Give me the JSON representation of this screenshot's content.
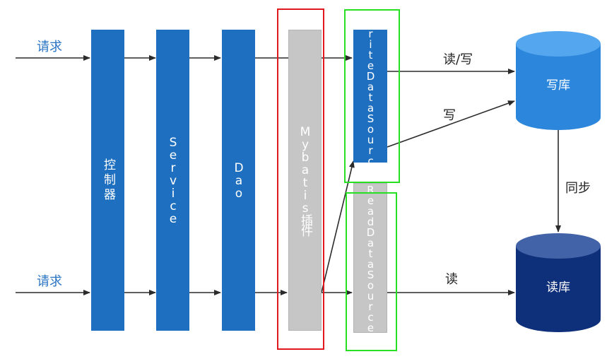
{
  "left_labels": {
    "request_top": "请求",
    "request_bottom": "请求"
  },
  "columns": {
    "controller": "控制器",
    "service": "Service",
    "dao": "Dao",
    "mybatis": "Mybatis插件",
    "write_ds": "WriteDataSource",
    "read_ds": "ReadDataSource"
  },
  "edge_labels": {
    "read_write": "读/写",
    "write": "写",
    "sync": "同步",
    "read": "读"
  },
  "databases": {
    "write_db": "写库",
    "read_db": "读库"
  },
  "colors": {
    "column_blue": "#1e6fbf",
    "column_grey": "#c6c6c6",
    "frame_red": "#e0191f",
    "frame_green": "#27e023",
    "write_db": "#2b86dc",
    "read_db": "#0e2f7a",
    "label_blue": "#2a74c4"
  }
}
